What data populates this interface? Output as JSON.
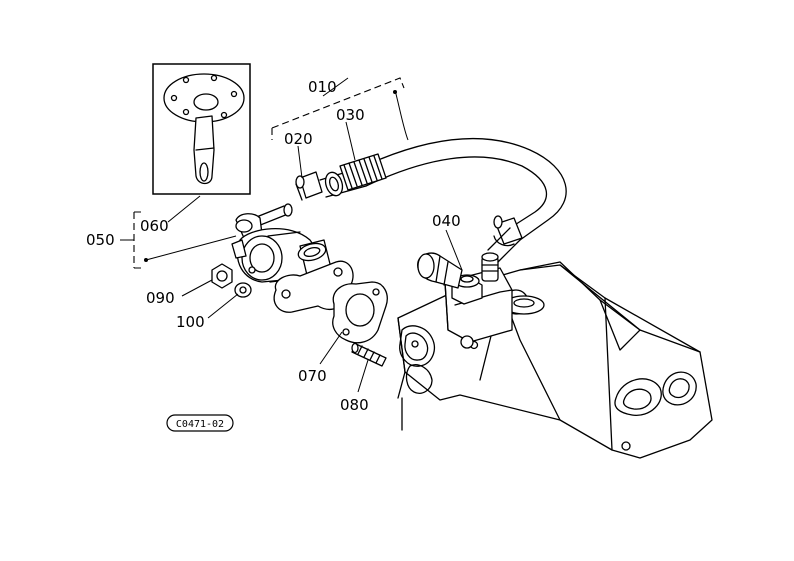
{
  "labels": {
    "p010": "010",
    "p020": "020",
    "p030": "030",
    "p040": "040",
    "p050": "050",
    "p060": "060",
    "p070": "070",
    "p080": "080",
    "p090": "090",
    "p100": "100"
  },
  "drawing_code": "C0471-02"
}
